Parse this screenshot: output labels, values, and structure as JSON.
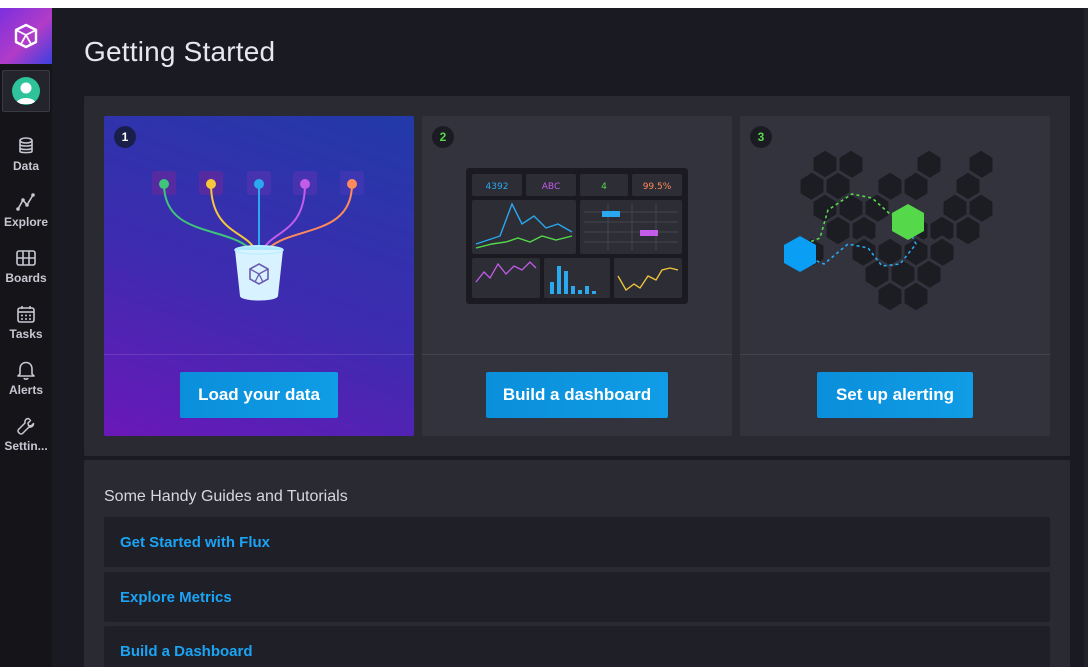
{
  "page": {
    "title": "Getting Started"
  },
  "nav": {
    "items": [
      {
        "label": "Data",
        "icon": "database-icon"
      },
      {
        "label": "Explore",
        "icon": "graph-icon"
      },
      {
        "label": "Boards",
        "icon": "dashboard-icon"
      },
      {
        "label": "Tasks",
        "icon": "calendar-icon"
      },
      {
        "label": "Alerts",
        "icon": "bell-icon"
      },
      {
        "label": "Settin...",
        "icon": "wrench-icon"
      }
    ]
  },
  "cards": [
    {
      "step": "1",
      "button": "Load your data"
    },
    {
      "step": "2",
      "button": "Build a dashboard",
      "stats": [
        "4392",
        "ABC",
        "4",
        "99.5%"
      ]
    },
    {
      "step": "3",
      "button": "Set up alerting"
    }
  ],
  "guides": {
    "title": "Some Handy Guides and Tutorials",
    "links": [
      "Get Started with Flux",
      "Explore Metrics",
      "Build a Dashboard"
    ]
  },
  "colors": {
    "accent": "#0a8fdb",
    "link": "#1ba4f5",
    "background": "#1a1a22",
    "step_green": "#55d94a"
  }
}
